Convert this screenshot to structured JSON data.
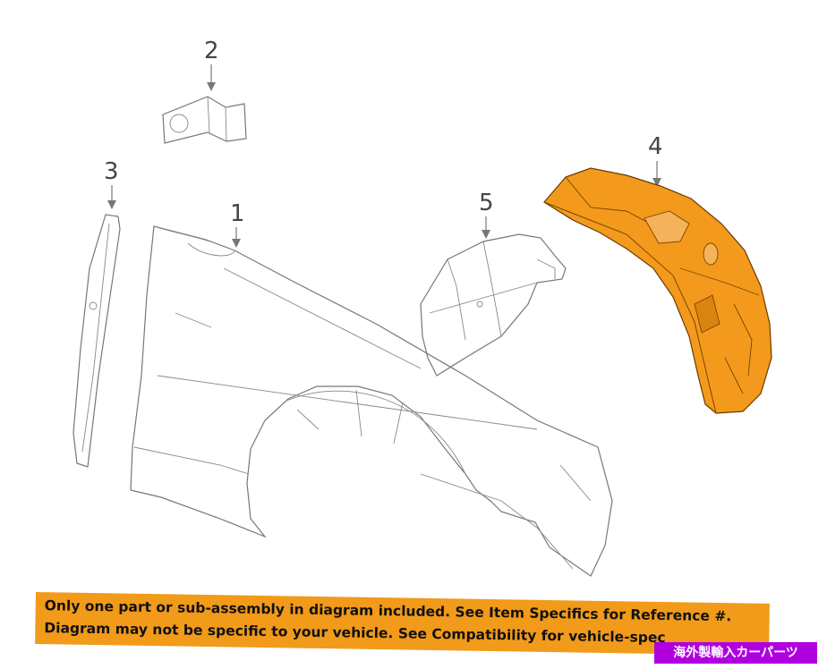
{
  "callouts": {
    "part1": "1",
    "part2": "2",
    "part3": "3",
    "part4": "4",
    "part5": "5"
  },
  "highlight_color": "#f39a1c",
  "notice": {
    "line1": "Only one part or sub-assembly in diagram included. See Item Specifics for Reference #.",
    "line2": "Diagram may not be specific to your vehicle. See Compatibility for vehicle-spec",
    "background": "#f29a1a"
  },
  "seller_tag": {
    "text": "海外製輸入カーパーツ",
    "background": "#b000e0"
  }
}
